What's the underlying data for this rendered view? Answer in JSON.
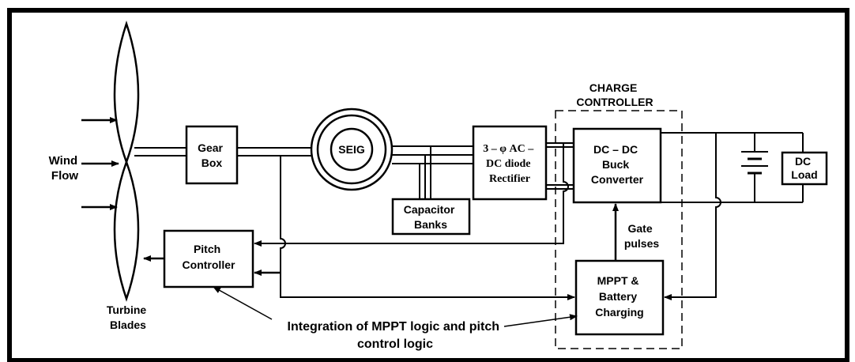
{
  "diagram": {
    "labels": {
      "wind_flow_1": "Wind",
      "wind_flow_2": "Flow",
      "turbine_blades_1": "Turbine",
      "turbine_blades_2": "Blades",
      "gear_box_1": "Gear",
      "gear_box_2": "Box",
      "seig": "SEIG",
      "rectifier_1": "3 – φ AC –",
      "rectifier_2": "DC diode",
      "rectifier_3": "Rectifier",
      "capacitor_banks_1": "Capacitor",
      "capacitor_banks_2": "Banks",
      "charge_controller_1": "CHARGE",
      "charge_controller_2": "CONTROLLER",
      "buck_converter_1": "DC – DC",
      "buck_converter_2": "Buck",
      "buck_converter_3": "Converter",
      "dc_load_1": "DC",
      "dc_load_2": "Load",
      "gate_pulses_1": "Gate",
      "gate_pulses_2": "pulses",
      "mppt_1": "MPPT &",
      "mppt_2": "Battery",
      "mppt_3": "Charging",
      "pitch_controller_1": "Pitch",
      "pitch_controller_2": "Controller",
      "integration_1": "Integration of MPPT logic and pitch",
      "integration_2": "control logic"
    },
    "colors": {
      "stroke": "#000000",
      "background": "#ffffff"
    }
  }
}
